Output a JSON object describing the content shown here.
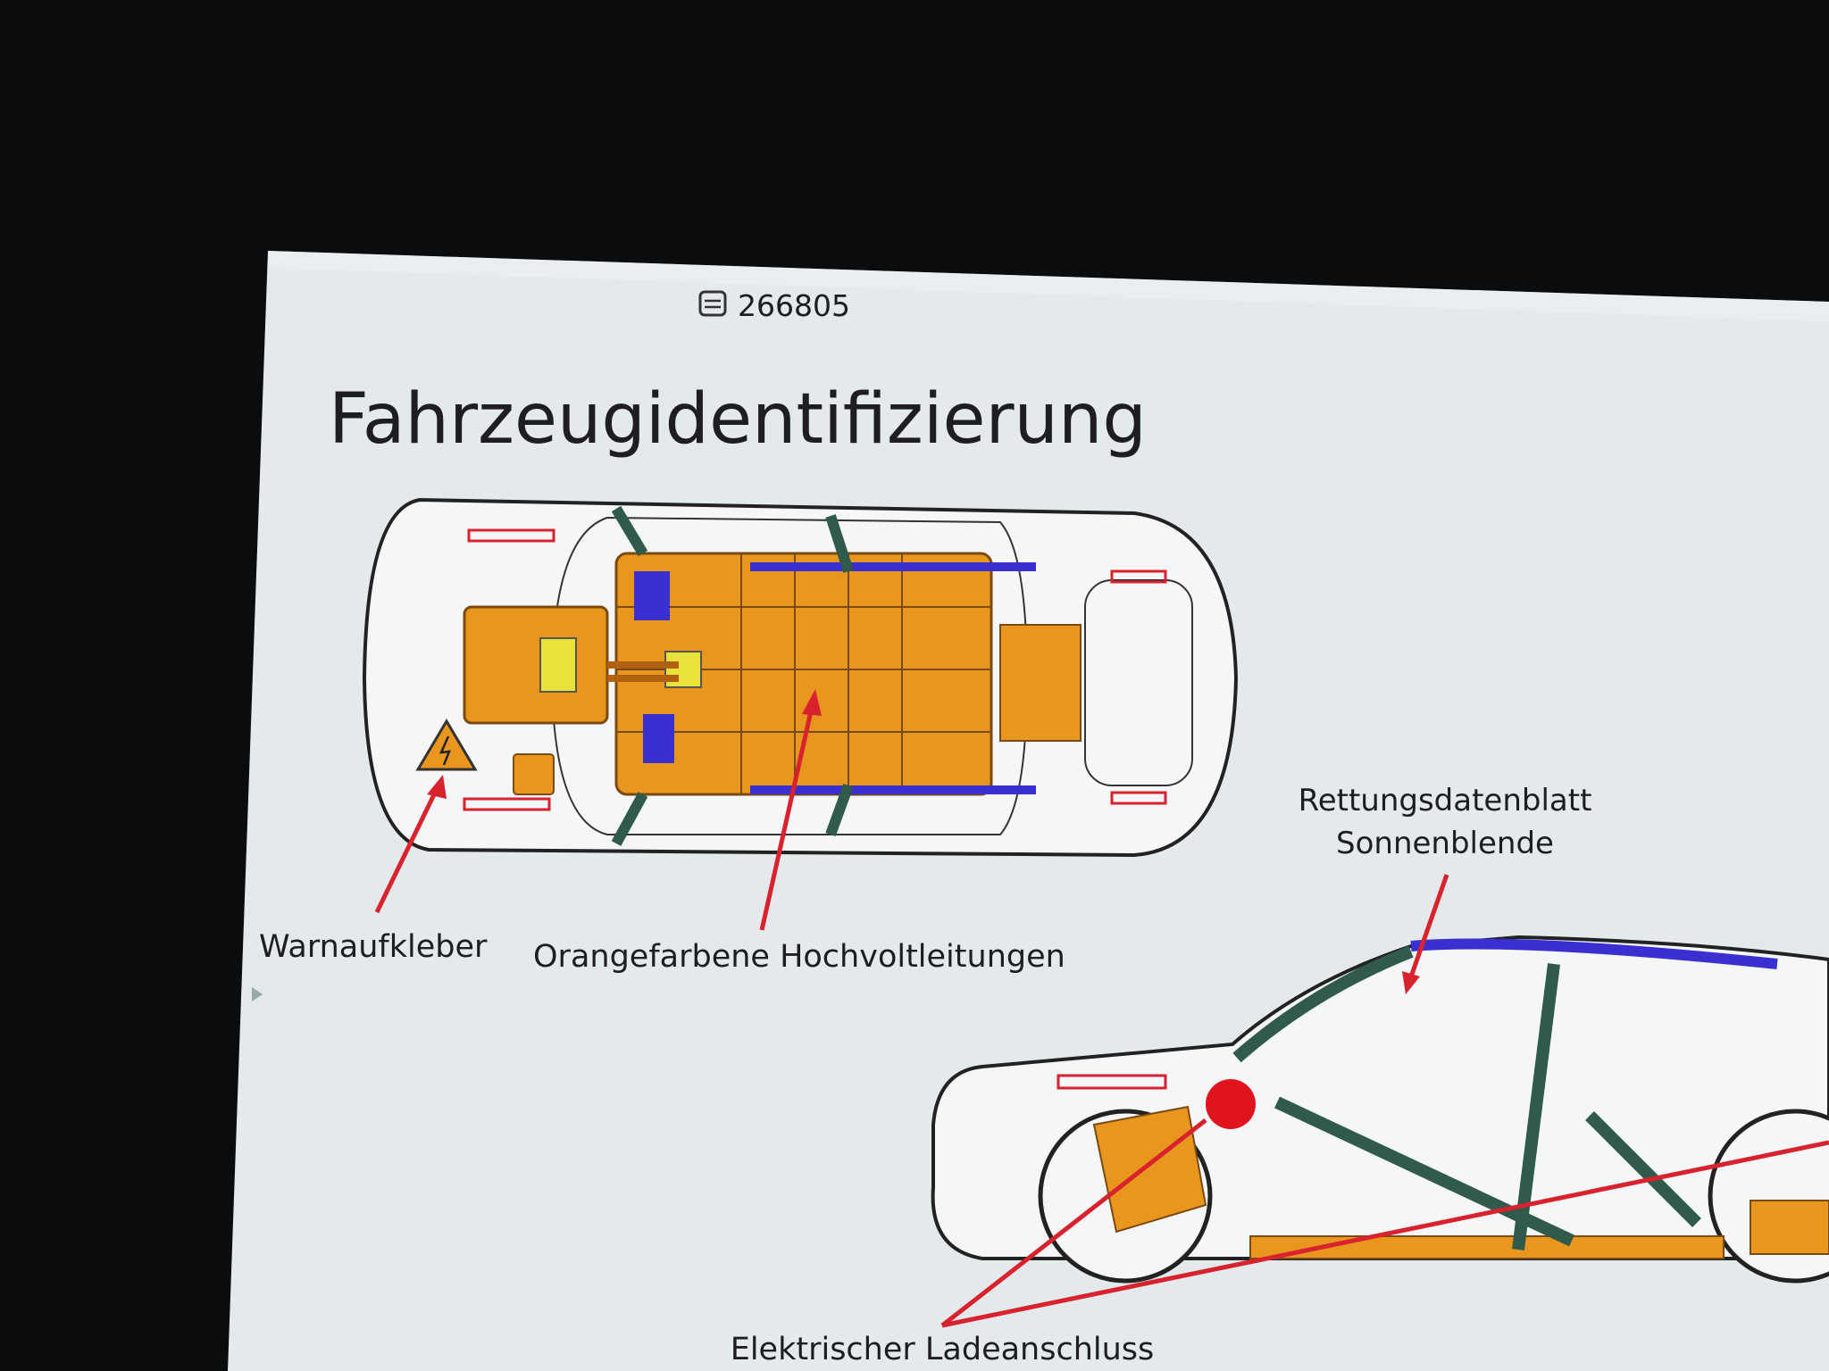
{
  "slide": {
    "doc_number": "266805",
    "doc_icon": "document-swap-icon",
    "title": "Fahrzeugidentifizierung",
    "labels": {
      "warning_sticker": "Warnaufkleber",
      "hv_cables": "Orangefarbene Hochvoltleitungen",
      "rescue_sheet_line1": "Rettungsdatenblatt",
      "rescue_sheet_line2": "Sonnenblende",
      "charging_port": "Elektrischer Ladeanschluss"
    }
  },
  "colors": {
    "hv_orange": "#e8961e",
    "arrow_red": "#d8222e",
    "structure_green": "#2f5a4c",
    "airbag_blue": "#3a2fd0",
    "slide_bg": "#e6ebee"
  }
}
